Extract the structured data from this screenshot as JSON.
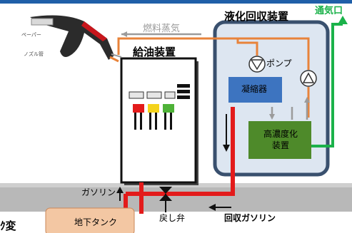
{
  "labels": {
    "fuel_vapor": "燃料蒸気",
    "liquefaction_recovery_device": "液化回収装置",
    "vent": "通気口",
    "fuel_dispenser": "給油装置",
    "pump": "ポンプ",
    "condenser": "凝縮器",
    "concentrator": "高濃度化\n装置",
    "gasoline": "ガソリン",
    "return_valve": "戻し弁",
    "recovered_gasoline": "回収ガソリン",
    "underground_tank": "地下タンク",
    "paper_tag": "ペーパー",
    "nozzle_tag": "ノズル管",
    "cut_text": "ｸ変"
  },
  "colors": {
    "vapor_line": "#e8833a",
    "vapor_gray": "#9b9b9b",
    "liquid_red": "#e31b1b",
    "vent_green": "#1bb24a",
    "condenser_blue": "#3d74c0",
    "concentrator_green": "#4e8a2a",
    "unit_border": "#39506e",
    "unit_fill": "#dde6f1",
    "ground_gray": "#b8b8b8",
    "tank_fill": "#f3c7a3"
  },
  "icons": {
    "pump_1": "pump-triangle-icon",
    "pump_2": "pump-triangle-icon",
    "valve": "check-valve-icon",
    "nozzle": "fuel-nozzle-icon"
  }
}
